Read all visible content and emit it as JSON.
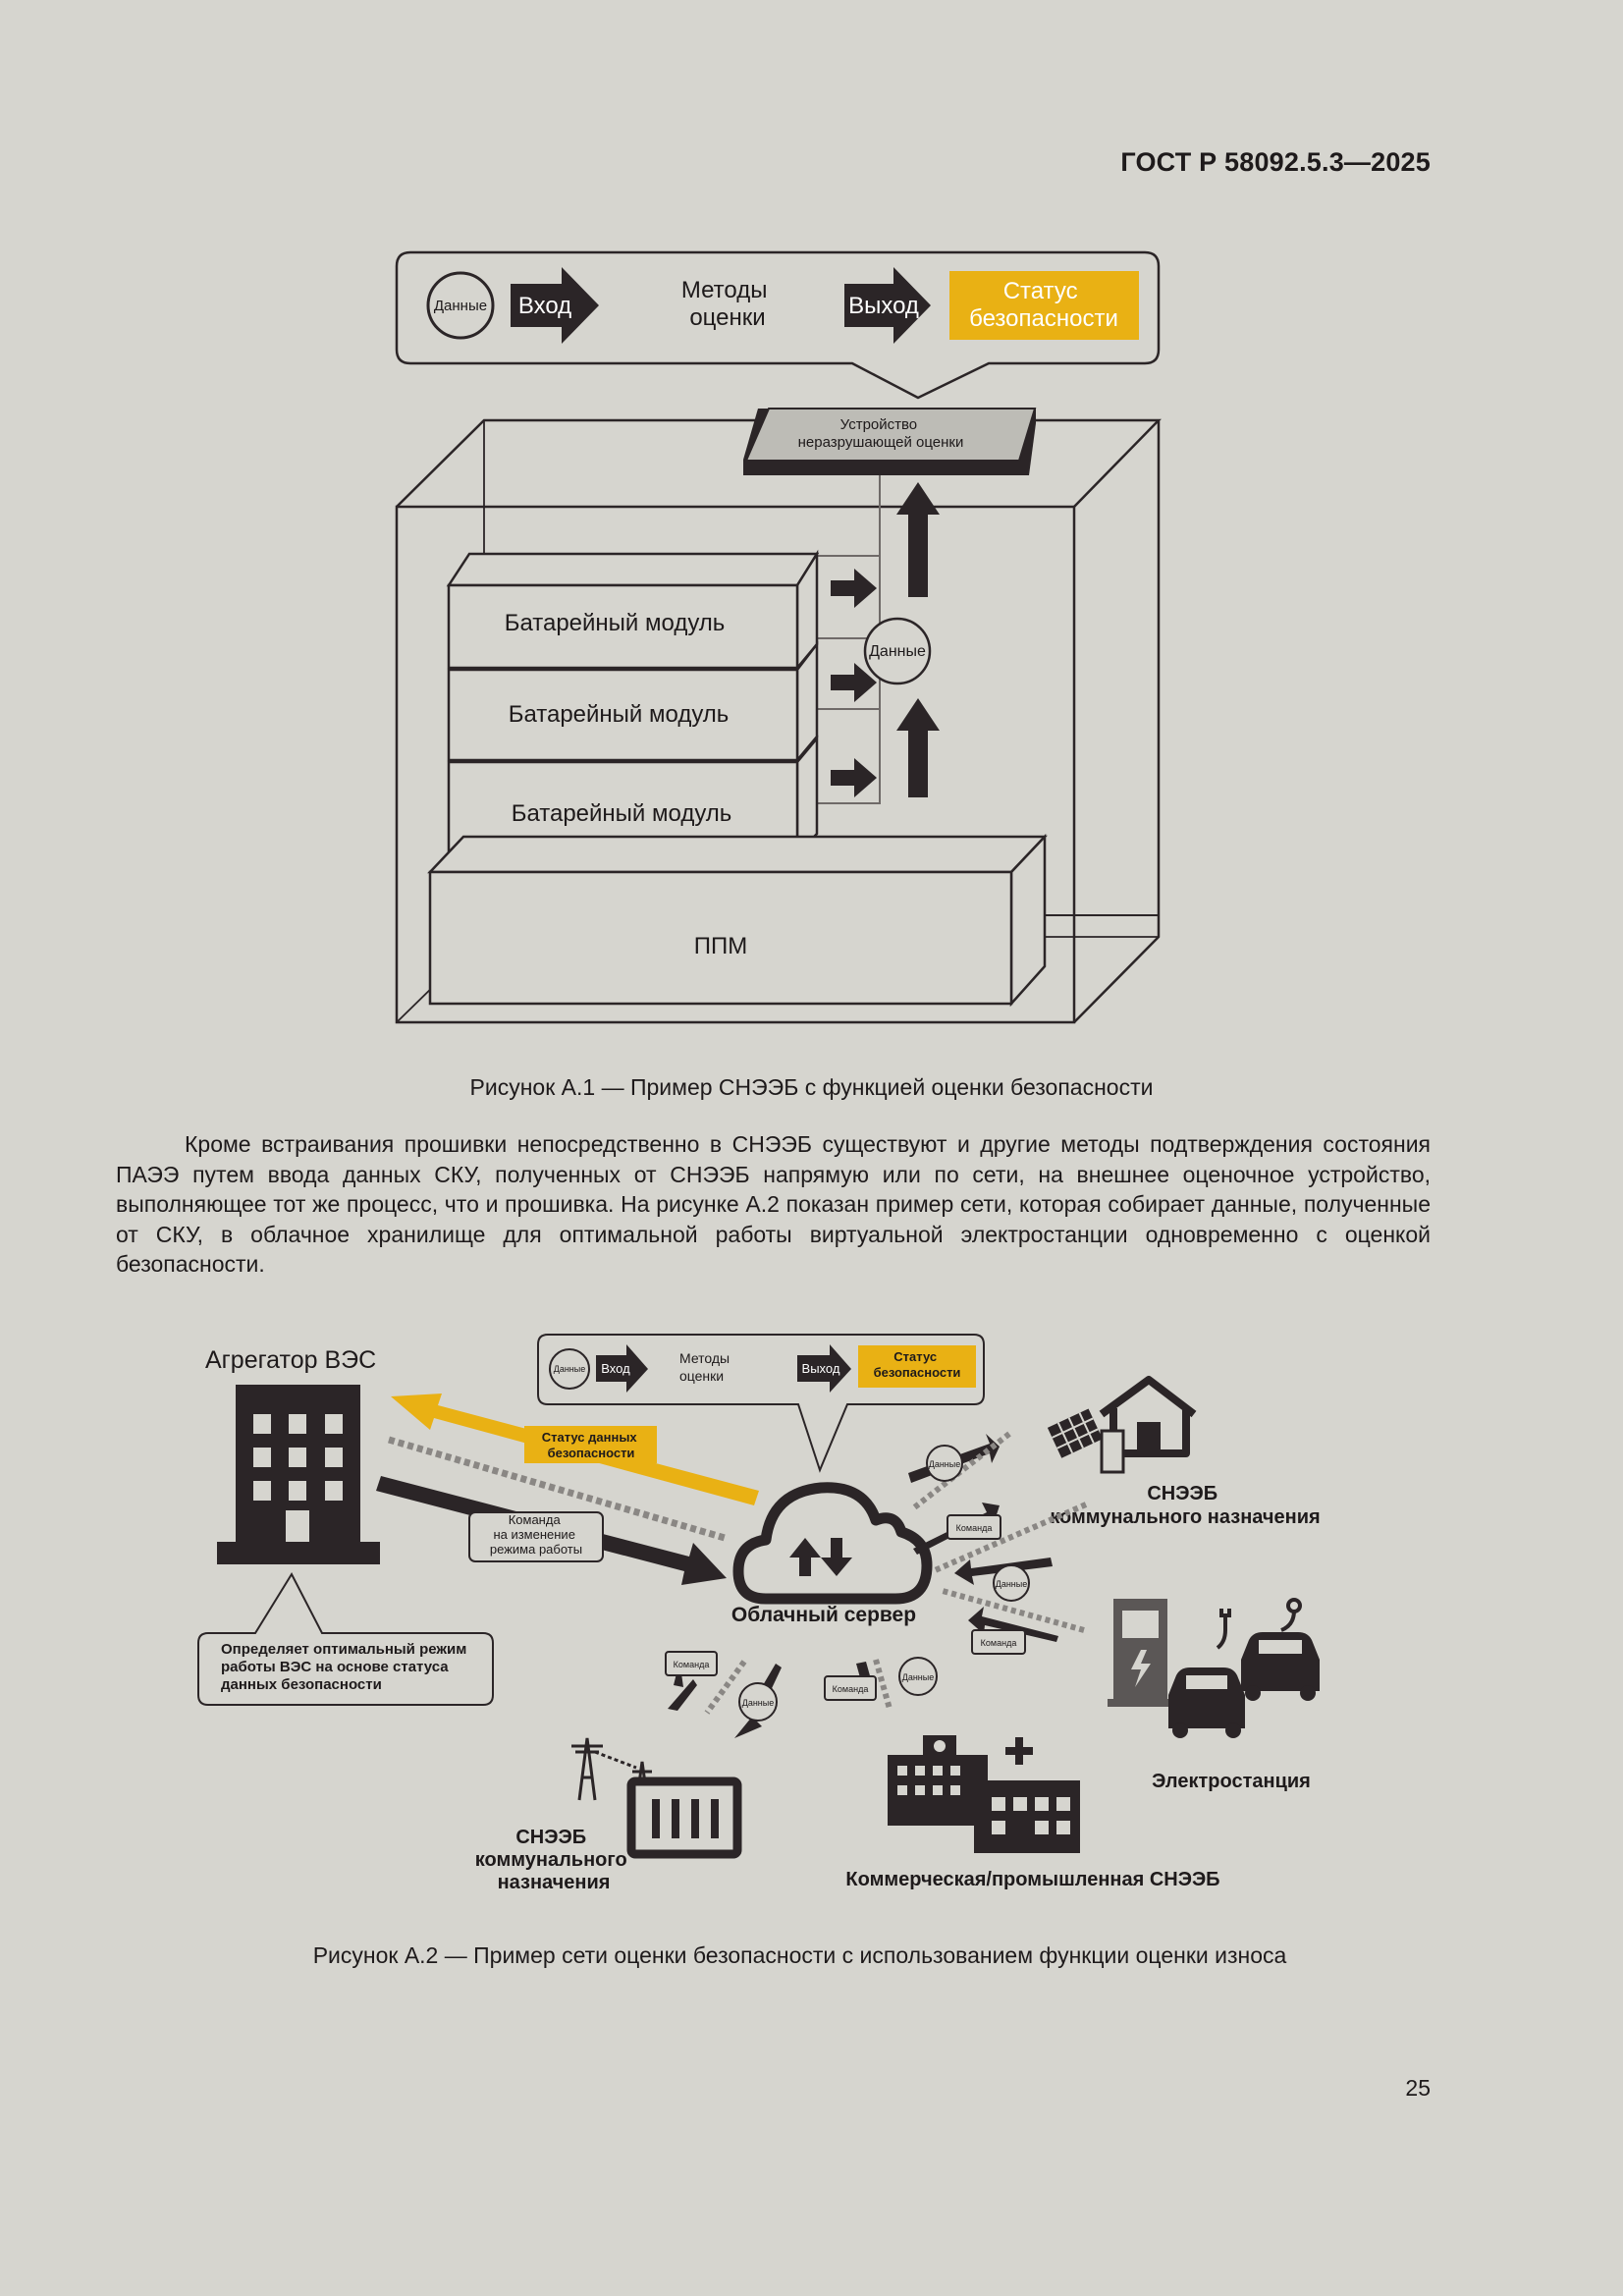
{
  "header": {
    "doc_id": "ГОСТ Р 58092.5.3—2025"
  },
  "figure1": {
    "process": {
      "data": "Данные",
      "input": "Вход",
      "methods": "Методы оценки",
      "output": "Выход",
      "status": "Статус безопасности"
    },
    "device_label": "Устройство неразрушающей оценки",
    "modules": [
      "Батарейный модуль",
      "Батарейный модуль",
      "Батарейный модуль"
    ],
    "data_label": "Данные",
    "pcs_label": "ППМ",
    "caption": "Рисунок А.1 — Пример СНЭЭБ с функцией оценки безопасности"
  },
  "paragraph": "Кроме встраивания прошивки непосредственно в СНЭЭБ существуют и другие методы подтверждения состояния ПАЭЭ путем ввода данных СКУ, полученных от СНЭЭБ напрямую или по сети, на внешнее оценочное устройство, выполняющее тот же процесс, что и прошивка. На рисунке А.2 показан пример сети, которая собирает данные, полученные от СКУ, в облачное хранилище для оптимальной работы виртуальной электростанции одновременно с оценкой безопасности.",
  "figure2": {
    "aggregator": "Агрегатор ВЭС",
    "process": {
      "data": "Данные",
      "input": "Вход",
      "methods": "Методы оценки",
      "output": "Выход",
      "status": "Статус безопасности"
    },
    "status_data": "Статус данных безопасности",
    "command": "Команда на изменение режима работы",
    "note": "Определяет оптимальный режим работы ВЭС на основе статуса данных безопасности",
    "cloud": "Облачный сервер",
    "residential": "СНЭЭБ коммунального назначения",
    "station": "Электростанция",
    "utility": "СНЭЭБ коммунального назначения",
    "commercial": "Коммерческая/промышленная СНЭЭБ",
    "small_data": "Данные",
    "small_command": "Команда",
    "caption": "Рисунок А.2 — Пример сети оценки безопасности с использованием функции оценки износа"
  },
  "page_number": "25",
  "colors": {
    "accent": "#e9b114",
    "dark": "#2b2527",
    "background": "#d6d5cf"
  }
}
